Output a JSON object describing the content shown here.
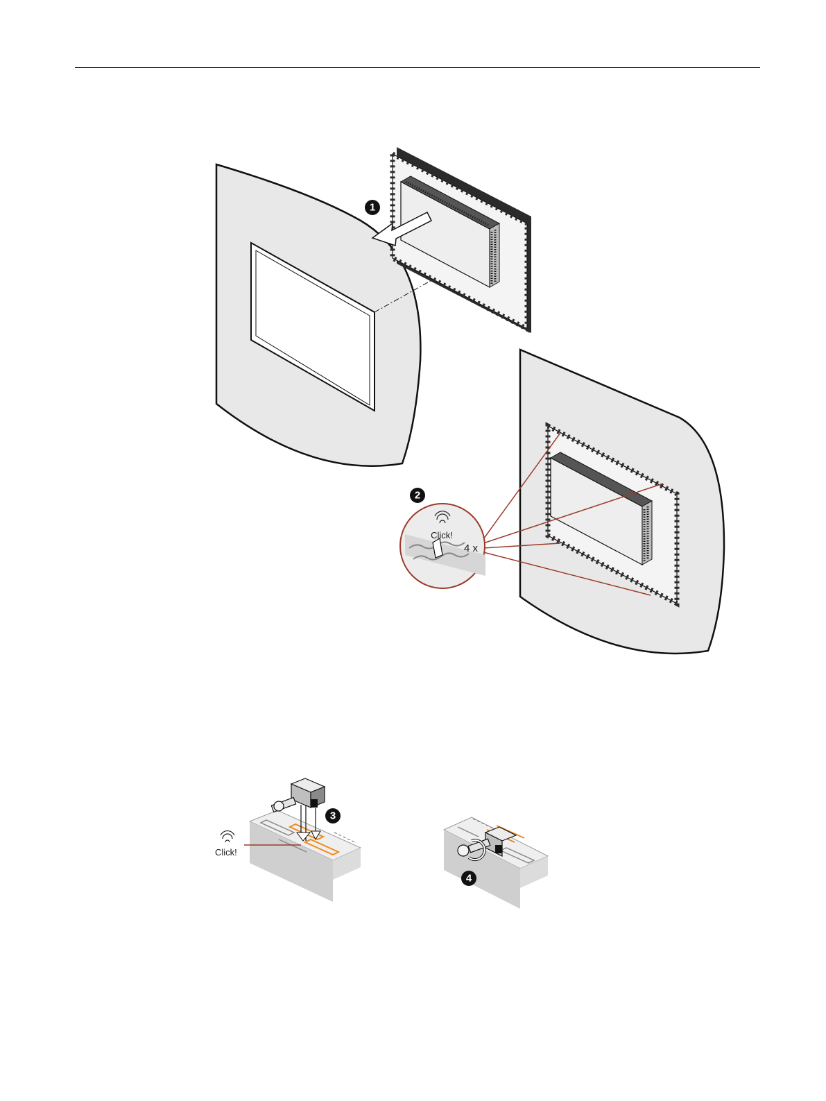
{
  "figure_top": {
    "step1": "1",
    "step2": "2",
    "click_label": "Click!",
    "count_label": "4 x"
  },
  "figure_bottom": {
    "step3": "3",
    "step4": "4",
    "click_label": "Click!"
  },
  "colors": {
    "panel_fill": "#e8e8e8",
    "device_dark": "#2b2b2b",
    "callout_line": "#9b3a2a",
    "clip_orange": "#f08a1c"
  }
}
